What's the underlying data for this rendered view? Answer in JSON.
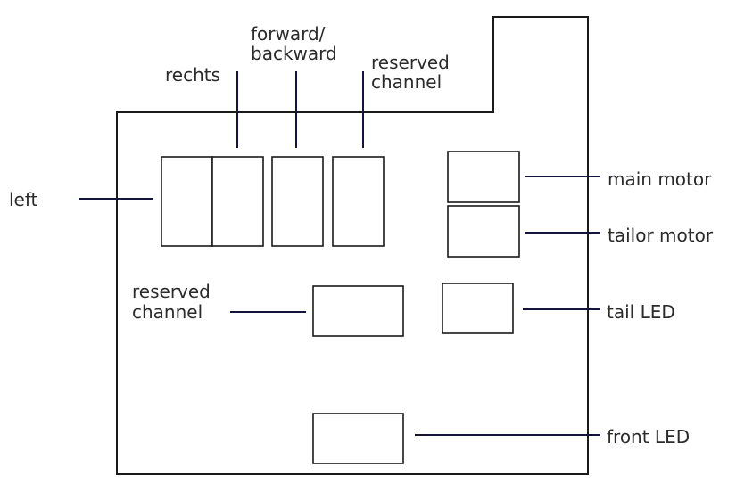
{
  "labels": {
    "left": "left",
    "rechts": "rechts",
    "forward_backward_line1": "forward/",
    "forward_backward_line2": "backward",
    "reserved_top_line1": "reserved",
    "reserved_top_line2": "channel",
    "main_motor": "main motor",
    "tailor_motor": "tailor motor",
    "reserved_mid_line1": "reserved",
    "reserved_mid_line2": "channel",
    "tail_led": "tail LED",
    "front_led": "front LED"
  },
  "colors": {
    "outline": "#1a1a1a",
    "leader_lines": "#14143a",
    "text": "#2b2b2b",
    "background": "#ffffff"
  }
}
